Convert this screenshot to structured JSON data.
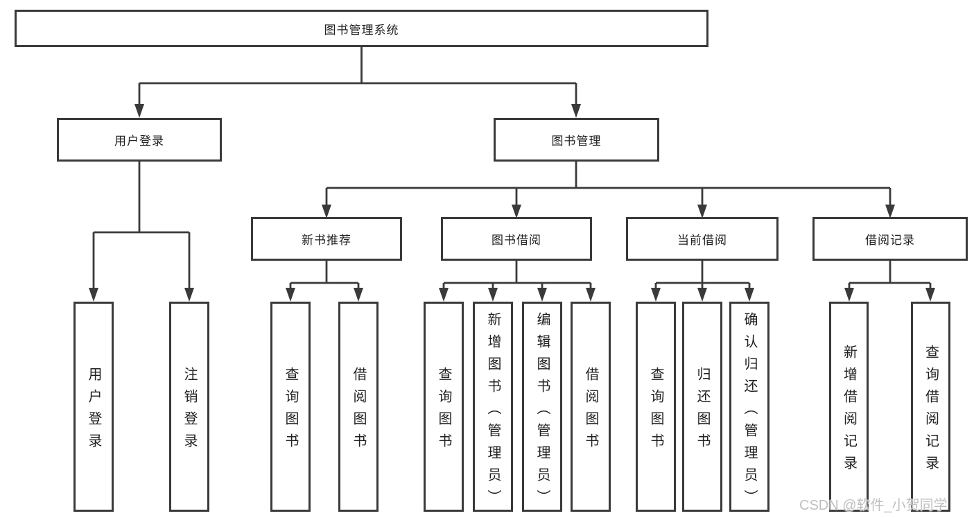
{
  "diagram": {
    "root": {
      "label": "图书管理系统"
    },
    "user_login": {
      "label": "用户登录",
      "children": [
        {
          "label": "用户登录"
        },
        {
          "label": "注销登录"
        }
      ]
    },
    "book_management": {
      "label": "图书管理",
      "children": {
        "new_book_recommend": {
          "label": "新书推荐",
          "children": [
            {
              "label": "查询图书"
            },
            {
              "label": "借阅图书"
            }
          ]
        },
        "book_borrow": {
          "label": "图书借阅",
          "children": [
            {
              "label": "查询图书"
            },
            {
              "label": "新增图书（管理员）"
            },
            {
              "label": "编辑图书（管理员）"
            },
            {
              "label": "借阅图书"
            }
          ]
        },
        "current_borrow": {
          "label": "当前借阅",
          "children": [
            {
              "label": "查询图书"
            },
            {
              "label": "归还图书"
            },
            {
              "label": "确认归还（管理员）"
            }
          ]
        },
        "borrow_record": {
          "label": "借阅记录",
          "children": [
            {
              "label": "新增借阅记录"
            },
            {
              "label": "查询借阅记录"
            }
          ]
        }
      }
    }
  },
  "watermark": {
    "text": "CSDN @软件_小贺同学"
  },
  "colors": {
    "line": "#3a3a3a",
    "text": "#212121",
    "background": "#ffffff",
    "watermark": "#bfbfbf"
  }
}
